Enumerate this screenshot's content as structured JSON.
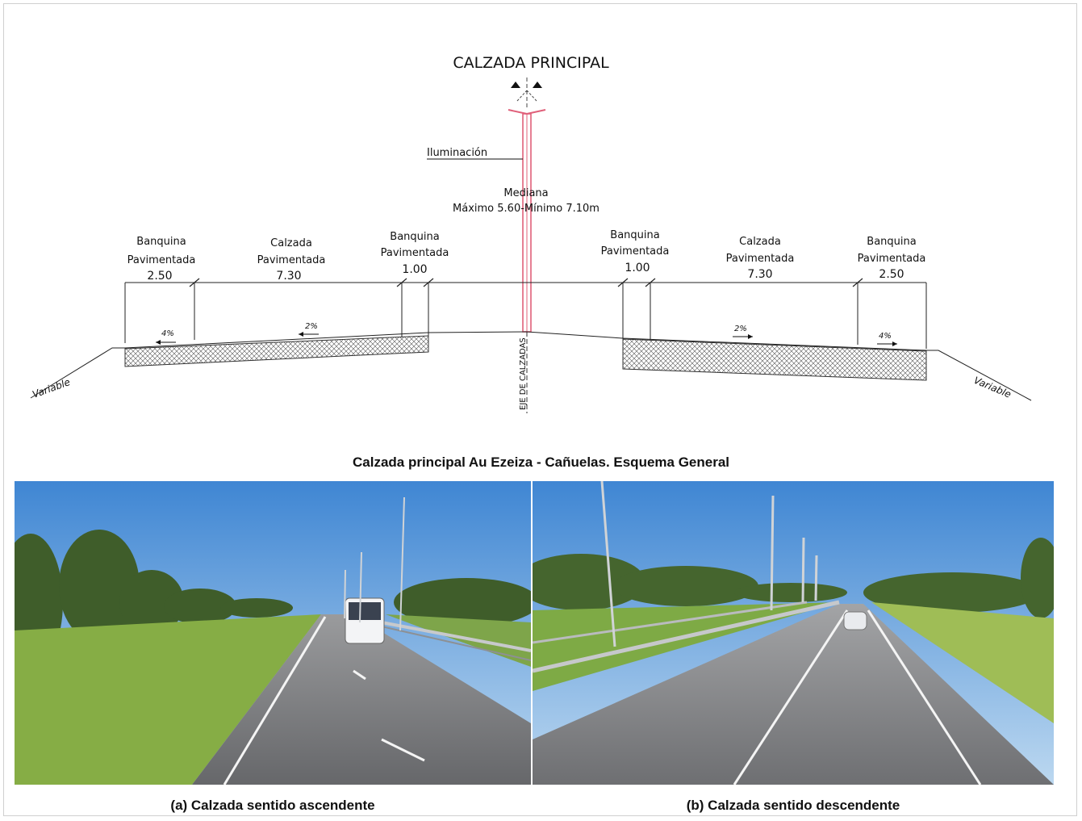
{
  "drawing": {
    "title": "CALZADA PRINCIPAL",
    "lighting_label": "Iluminación",
    "median_label": "Mediana",
    "median_dims": "Máximo 5.60-Mínimo 7.10m",
    "axis_label": "EJE DE CALZADAS",
    "slope_label": "Variable",
    "left": {
      "outer_shoulder": {
        "line1": "Banquina",
        "line2": "Pavimentada",
        "width": "2.50",
        "slope": "4%"
      },
      "roadway": {
        "line1": "Calzada",
        "line2": "Pavimentada",
        "width": "7.30",
        "slope": "2%"
      },
      "inner_shoulder": {
        "line1": "Banquina",
        "line2": "Pavimentada",
        "width": "1.00"
      }
    },
    "right": {
      "inner_shoulder": {
        "line1": "Banquina",
        "line2": "Pavimentada",
        "width": "1.00"
      },
      "roadway": {
        "line1": "Calzada",
        "line2": "Pavimentada",
        "width": "7.30",
        "slope": "2%"
      },
      "outer_shoulder": {
        "line1": "Banquina",
        "line2": "Pavimentada",
        "width": "2.50",
        "slope": "4%"
      }
    }
  },
  "captions": {
    "main": "Calzada principal Au Ezeiza - Cañuelas. Esquema General",
    "photo_a": "(a) Calzada sentido ascendente",
    "photo_b": "(b) Calzada sentido descendente"
  },
  "colors": {
    "median_pole": "#e0607a",
    "sky": "#6aa9e0",
    "grass": "#8fb84a",
    "asphalt": "#77787a"
  }
}
